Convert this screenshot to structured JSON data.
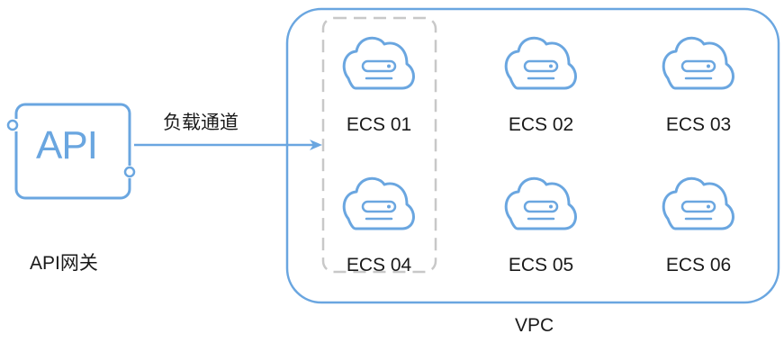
{
  "gateway": {
    "icon_text": "API",
    "label": "API网关"
  },
  "channel": {
    "label": "负载通道"
  },
  "vpc": {
    "label": "VPC"
  },
  "servers": [
    {
      "label": "ECS 01"
    },
    {
      "label": "ECS 02"
    },
    {
      "label": "ECS 03"
    },
    {
      "label": "ECS 04"
    },
    {
      "label": "ECS 05"
    },
    {
      "label": "ECS 06"
    }
  ],
  "colors": {
    "stroke": "#6aa6e0",
    "dashed_group": "#c8c8c8",
    "text": "#1a1a1a"
  }
}
